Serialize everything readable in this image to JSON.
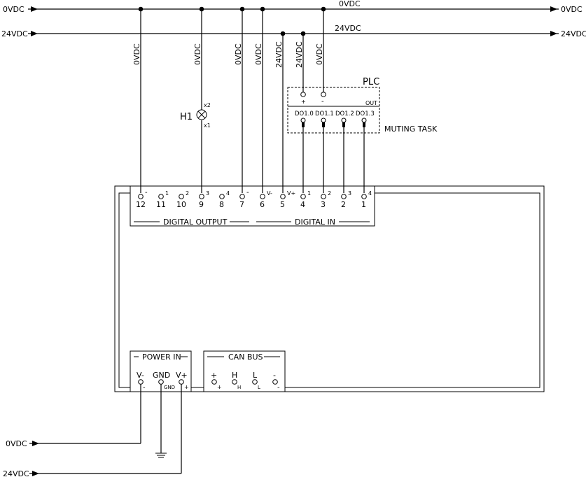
{
  "rails": {
    "left_0v": "0VDC",
    "left_24v": "24VDC",
    "mid_0v": "0VDC",
    "mid_24v": "24VDC",
    "right_0v": "0VDC",
    "right_24v": "24VDC"
  },
  "drops": [
    "0VDC",
    "0VDC",
    "0VDC",
    "0VDC",
    "24VDC",
    "24VDC",
    "0VDC"
  ],
  "lamp": {
    "name": "H1",
    "x2": "x2",
    "x1": "x1"
  },
  "plc": {
    "title": "PLC",
    "plus": "+",
    "minus": "-",
    "out": "OUT",
    "outputs": [
      "DO1.0",
      "DO1.1",
      "DO1.2",
      "DO1.3"
    ],
    "task": "MUTING TASK"
  },
  "module": {
    "terminals": [
      {
        "num": "12",
        "tag": "-"
      },
      {
        "num": "11",
        "tag": "1"
      },
      {
        "num": "10",
        "tag": "2"
      },
      {
        "num": "9",
        "tag": "3"
      },
      {
        "num": "8",
        "tag": "4"
      },
      {
        "num": "7",
        "tag": "-"
      },
      {
        "num": "6",
        "tag": "V-"
      },
      {
        "num": "5",
        "tag": "V+"
      },
      {
        "num": "4",
        "tag": "1"
      },
      {
        "num": "3",
        "tag": "2"
      },
      {
        "num": "2",
        "tag": "3"
      },
      {
        "num": "1",
        "tag": "4"
      }
    ],
    "digital_output": "DIGITAL OUTPUT",
    "digital_in": "DIGITAL IN",
    "power_in": {
      "title": "POWER IN",
      "labels": [
        "V-",
        "GND",
        "V+"
      ],
      "tags": [
        "-",
        "GND",
        "+"
      ]
    },
    "can_bus": {
      "title": "CAN BUS",
      "labels": [
        "+",
        "H",
        "L",
        "-"
      ],
      "tags": [
        "+",
        "H",
        "L",
        "-"
      ]
    }
  },
  "supply": {
    "zero": "0VDC",
    "twentyfour": "24VDC"
  }
}
